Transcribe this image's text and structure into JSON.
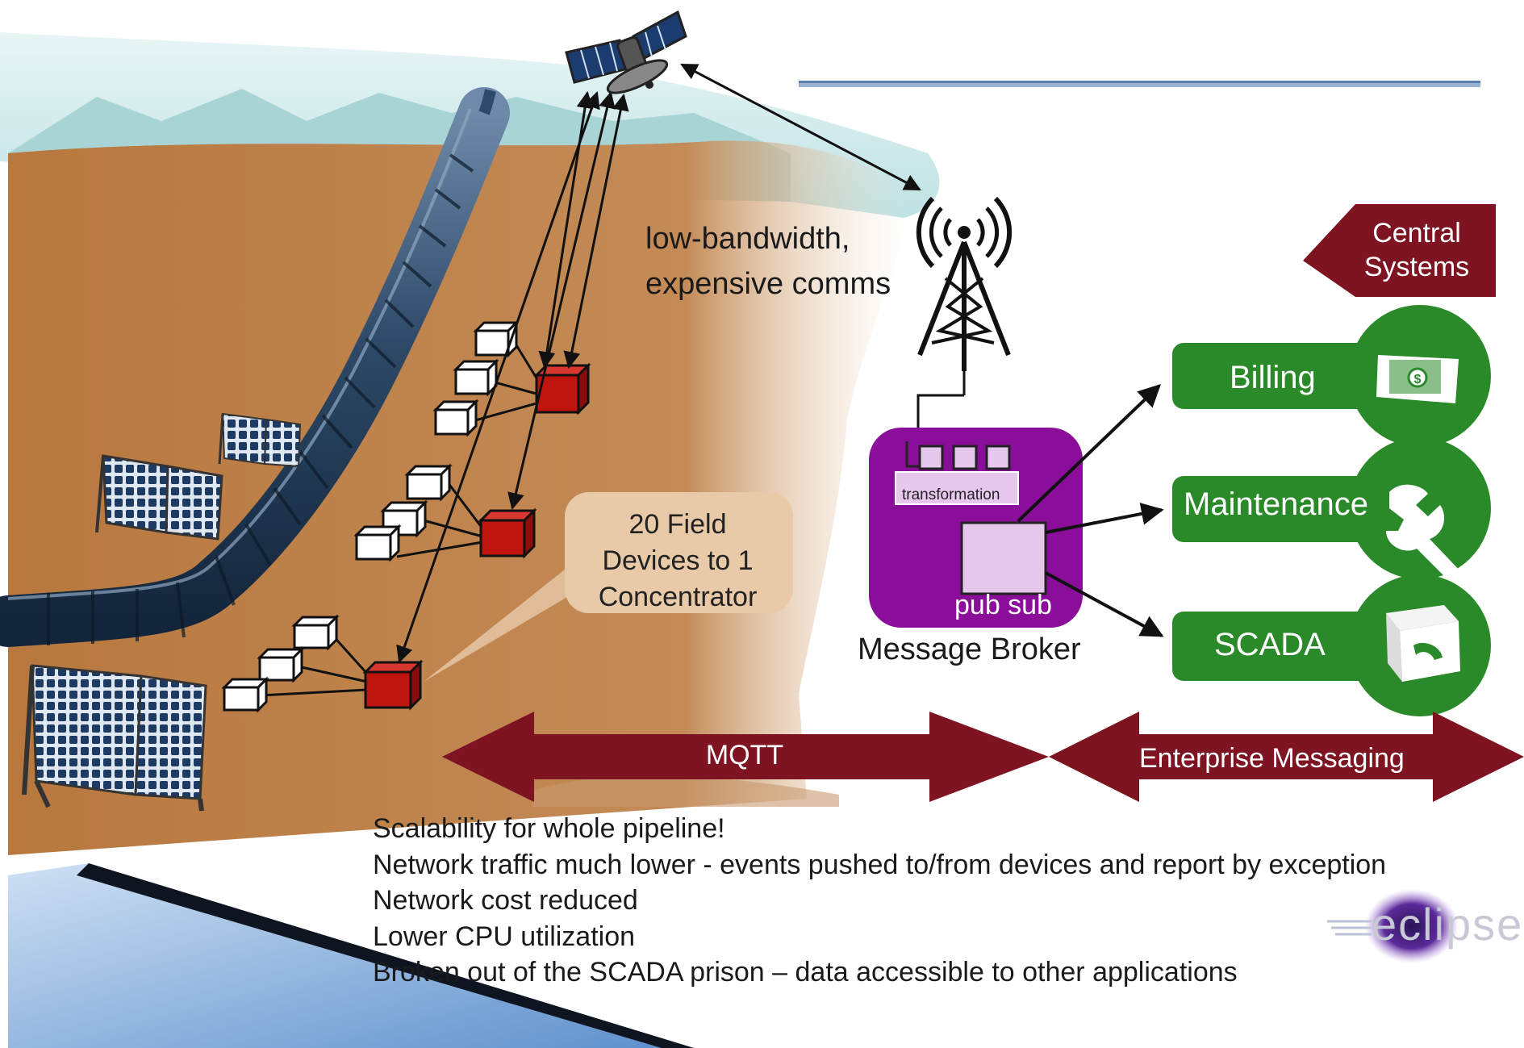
{
  "comms": {
    "line1": "low-bandwidth,",
    "line2": "expensive comms"
  },
  "bubble": {
    "line1": "20 Field",
    "line2": "Devices to 1",
    "line3": "Concentrator"
  },
  "central": {
    "line1": "Central",
    "line2": "Systems"
  },
  "services": {
    "billing": "Billing",
    "maintenance": "Maintenance",
    "scada": "SCADA"
  },
  "broker": {
    "transformation": "transformation",
    "pubsub": "pub sub",
    "title": "Message Broker"
  },
  "arrows": {
    "mqtt": "MQTT",
    "enterprise": "Enterprise Messaging"
  },
  "bullets": [
    "Scalability for whole pipeline!",
    "Network traffic much lower - events pushed to/from devices and report by exception",
    "Network cost reduced",
    "Lower CPU utilization",
    "Broken out of the SCADA prison – data accessible to other applications"
  ],
  "logo": {
    "text": "eclipse"
  },
  "colors": {
    "ground": "#b77a45",
    "sky": "#c3e4e6",
    "concentrator": "#c0140f",
    "broker": "#8a0e9a",
    "service_green": "#2a8a2a",
    "arrow_maroon": "#7e1322",
    "pipe": "#2f4a66"
  }
}
